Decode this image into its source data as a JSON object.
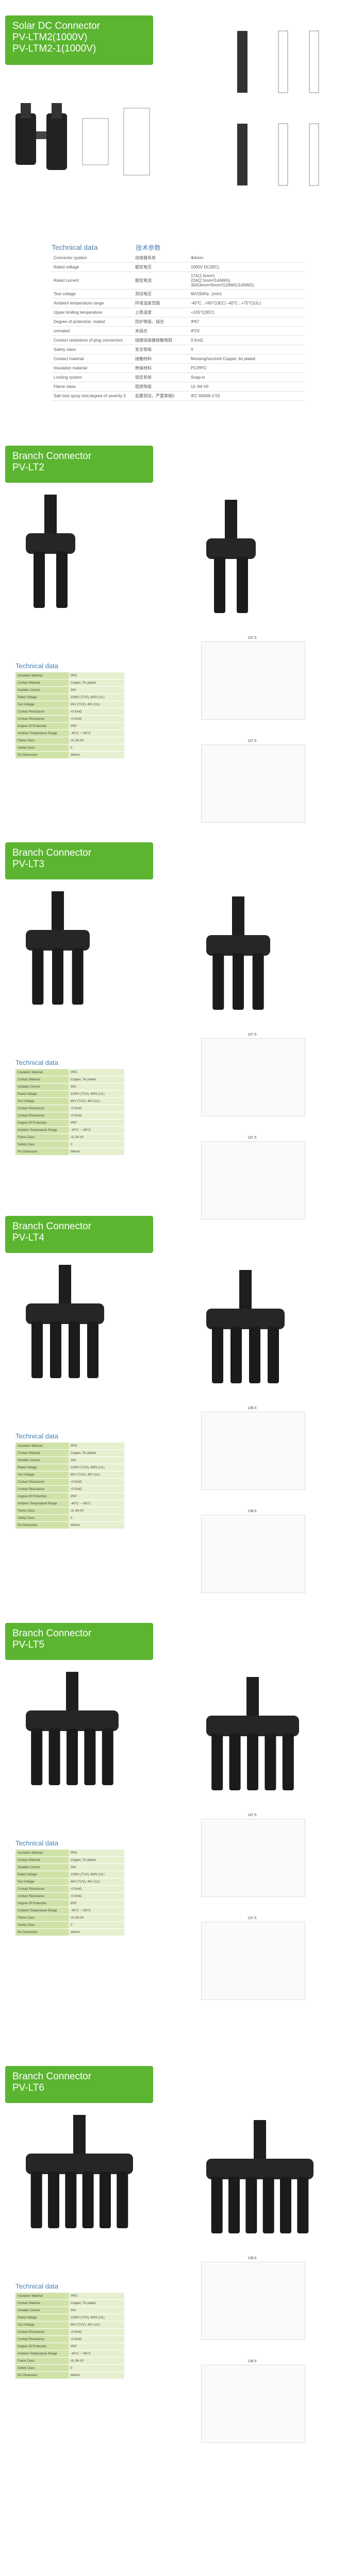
{
  "header": {
    "line1": "Solar DC Connector",
    "line2": "PV-LTM2(1000V)",
    "line3": "PV-LTM2-1(1000V)"
  },
  "main_table": {
    "title": "Technical data",
    "title_cn": "技术参数",
    "rows": [
      {
        "en": "Connector system",
        "cn": "连接器系统",
        "val": "Φ4mm"
      },
      {
        "en": "Rated voltage",
        "cn": "额定电压",
        "val": "1000V DC(IEC)"
      },
      {
        "en": "Rated current",
        "cn": "额定电流",
        "val": "17A(1.5mm²)\n22A(2.5mm²/14AWG)\n30A(4mm²/6mm²/12AWG/10AWG)"
      },
      {
        "en": "Test voltage",
        "cn": "测试电压",
        "val": "6kV(50Hz, 1min)"
      },
      {
        "en": "Ambient temperature range",
        "cn": "环境温度范围",
        "val": "-40°C...+90°C(IEC)    -40°C...+75°C(UL)"
      },
      {
        "en": "Upper limiting temperature",
        "cn": "上限温度",
        "val": "+105°C(IEC)"
      },
      {
        "en": "Degree of protection, mated",
        "cn": "防护等级，插合",
        "val": "IP67"
      },
      {
        "en": "unmated",
        "cn": "未插合",
        "val": "IP2X"
      },
      {
        "en": "Contact resistance of plug connectors",
        "cn": "插拔连接器接触电阻",
        "val": "0.5mΩ"
      },
      {
        "en": "Safety class",
        "cn": "安全等级",
        "val": "II"
      },
      {
        "en": "Contact material",
        "cn": "接触材料",
        "val": "Messing/verzinnt    Copper, tin plated"
      },
      {
        "en": "Insulation material",
        "cn": "绝缘材料",
        "val": "PC/PPO"
      },
      {
        "en": "Locking system",
        "cn": "锁定系统",
        "val": "Snap-in"
      },
      {
        "en": "Flame class",
        "cn": "阻燃等级",
        "val": "UL-94-V0"
      },
      {
        "en": "Salt mist spray test,degree of severity 5",
        "cn": "盐雾测试，严重等级5",
        "val": "IEC 60068-2-52"
      }
    ]
  },
  "sections": [
    {
      "line1": "Branch Connector",
      "line2": "PV-LT2",
      "td_title": "Technical data",
      "dims": [
        "137.5",
        "137.5"
      ]
    },
    {
      "line1": "Branch Connector",
      "line2": "PV-LT3",
      "td_title": "Technical data",
      "dims": [
        "137.5",
        "137.5"
      ]
    },
    {
      "line1": "Branch Connector",
      "line2": "PV-LT4",
      "td_title": "Technical data",
      "dims": [
        "138.5",
        "138.5"
      ]
    },
    {
      "line1": "Branch Connector",
      "line2": "PV-LT5",
      "td_title": "Technical data",
      "dims": [
        "137.5",
        "137.5"
      ]
    },
    {
      "line1": "Branch Connector",
      "line2": "PV-LT6",
      "td_title": "Technical data",
      "dims": [
        "138.5",
        "138.5"
      ]
    }
  ],
  "small_table_rows": [
    {
      "k": "Insulation Material",
      "v": "PPO"
    },
    {
      "k": "Contact Material",
      "v": "Copper, Tin plated"
    },
    {
      "k": "Suitable Current",
      "v": "30A"
    },
    {
      "k": "Rated Voltage",
      "v": "1000V (TUV), 600V (UL)"
    },
    {
      "k": "Test Voltage",
      "v": "6KV (TUV), 4KV (UL)"
    },
    {
      "k": "Contact Resistance",
      "v": "<0.5mΩ"
    },
    {
      "k": "Contact Resistance",
      "v": "<0.5mΩ"
    },
    {
      "k": "Degree Of Protection",
      "v": "IP67"
    },
    {
      "k": "Ambient Temperature Range",
      "v": "-40°C ~ +90°C"
    },
    {
      "k": "Flame Class",
      "v": "UL 94-V0"
    },
    {
      "k": "Safety Class",
      "v": "II"
    },
    {
      "k": "Pin Dimension",
      "v": "Φ4mm"
    }
  ],
  "colors": {
    "banner": "#5cb531",
    "title_blue": "#4a7fb0",
    "table_key": "#cfe3a8",
    "table_val": "#e6f0d0"
  }
}
